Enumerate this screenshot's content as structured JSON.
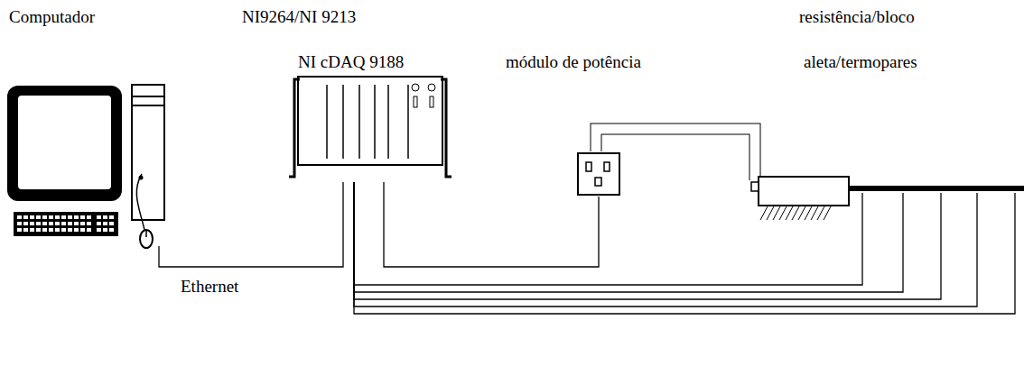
{
  "diagram": {
    "nodes": [
      {
        "text": [
          "Computador"
        ]
      },
      {
        "text": [
          "NI9264/NI 9213",
          "NI cDAQ 9188"
        ]
      },
      {
        "text": [
          "módulo de potência"
        ]
      },
      {
        "text": [
          "resistência/bloco",
          "aleta/termopares"
        ]
      }
    ],
    "edges": [
      {
        "from": 0,
        "to": 1,
        "arrow": "none",
        "label": "Ethernet"
      },
      {
        "from": 1,
        "to": 2,
        "arrow": "none"
      },
      {
        "from": 2,
        "to": 3,
        "arrow": "none"
      },
      {
        "from": 1,
        "to": 3,
        "arrow": "none"
      },
      {
        "from": 1,
        "to": 3,
        "arrow": "none"
      },
      {
        "from": 1,
        "to": 3,
        "arrow": "none"
      },
      {
        "from": 1,
        "to": 3,
        "arrow": "none"
      },
      {
        "from": 1,
        "to": 3,
        "arrow": "none"
      }
    ]
  }
}
